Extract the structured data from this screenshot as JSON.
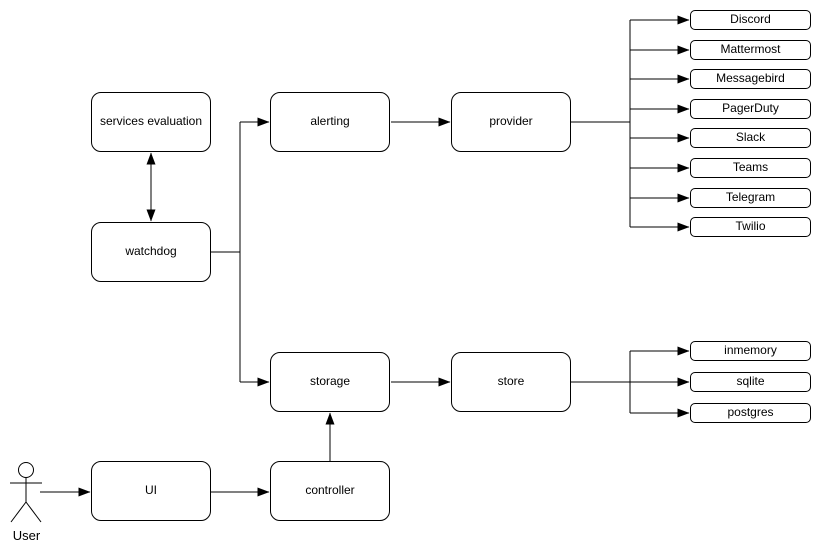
{
  "diagram": {
    "colors": {
      "background": "#ffffff",
      "node_fill": "#ffffff",
      "stroke": "#000000",
      "text": "#000000"
    },
    "nodes": {
      "services_evaluation": {
        "label": "services evaluation"
      },
      "watchdog": {
        "label": "watchdog"
      },
      "alerting": {
        "label": "alerting"
      },
      "provider": {
        "label": "provider"
      },
      "storage": {
        "label": "storage"
      },
      "store": {
        "label": "store"
      },
      "ui": {
        "label": "UI"
      },
      "controller": {
        "label": "controller"
      }
    },
    "providers": [
      "Discord",
      "Mattermost",
      "Messagebird",
      "PagerDuty",
      "Slack",
      "Teams",
      "Telegram",
      "Twilio"
    ],
    "stores": [
      "inmemory",
      "sqlite",
      "postgres"
    ],
    "actor": {
      "label": "User"
    }
  }
}
